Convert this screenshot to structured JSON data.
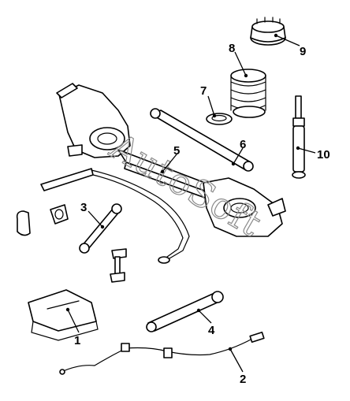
{
  "watermark": "AutoSoft",
  "callouts": [
    {
      "id": "1",
      "text": "1"
    },
    {
      "id": "2",
      "text": "2"
    },
    {
      "id": "3",
      "text": "3"
    },
    {
      "id": "4",
      "text": "4"
    },
    {
      "id": "5",
      "text": "5"
    },
    {
      "id": "6",
      "text": "6"
    },
    {
      "id": "7",
      "text": "7"
    },
    {
      "id": "8",
      "text": "8"
    },
    {
      "id": "9",
      "text": "9"
    },
    {
      "id": "10",
      "text": "10"
    }
  ],
  "colors": {
    "line": "#000000",
    "watermark": "#8a8a8a",
    "background": "#ffffff"
  }
}
